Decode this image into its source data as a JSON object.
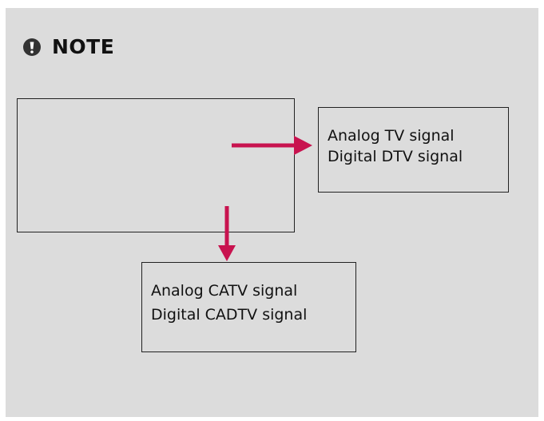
{
  "note": {
    "title": "NOTE",
    "icon": "exclamation-icon"
  },
  "antenna_box": {
    "line1": "Analog TV signal",
    "line2": "Digital DTV signal"
  },
  "cable_box": {
    "line1": "Analog CATV signal",
    "line2": "Digital CADTV signal"
  },
  "colors": {
    "panel_background": "#dcdcdc",
    "arrow": "#c8134f",
    "icon": "#333333"
  }
}
